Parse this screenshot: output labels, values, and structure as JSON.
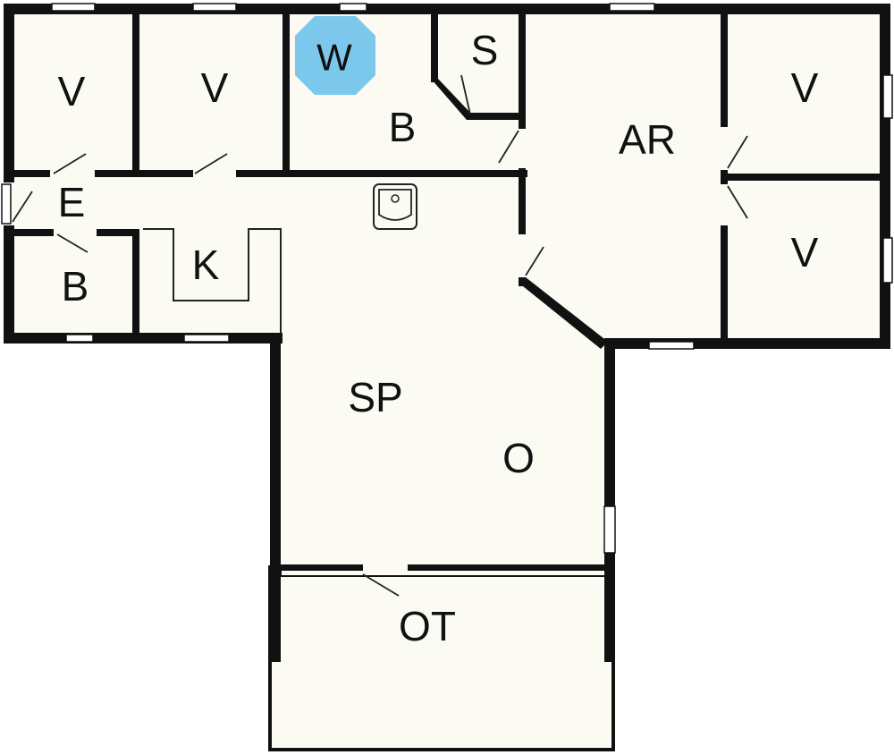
{
  "colors": {
    "floor": "#fbfbf4",
    "wall": "#111111",
    "background": "#ffffff",
    "badge": "#7cc8ec"
  },
  "rooms": {
    "bedroom_1": "V",
    "bedroom_2": "V",
    "washer_badge": "W",
    "bathroom_top": "B",
    "storage": "S",
    "utility": "AR",
    "bedroom_3": "V",
    "bedroom_4": "V",
    "entrance": "E",
    "bathroom_small": "B",
    "kitchen": "K",
    "dining": "SP",
    "living": "O",
    "terrace": "OT"
  }
}
